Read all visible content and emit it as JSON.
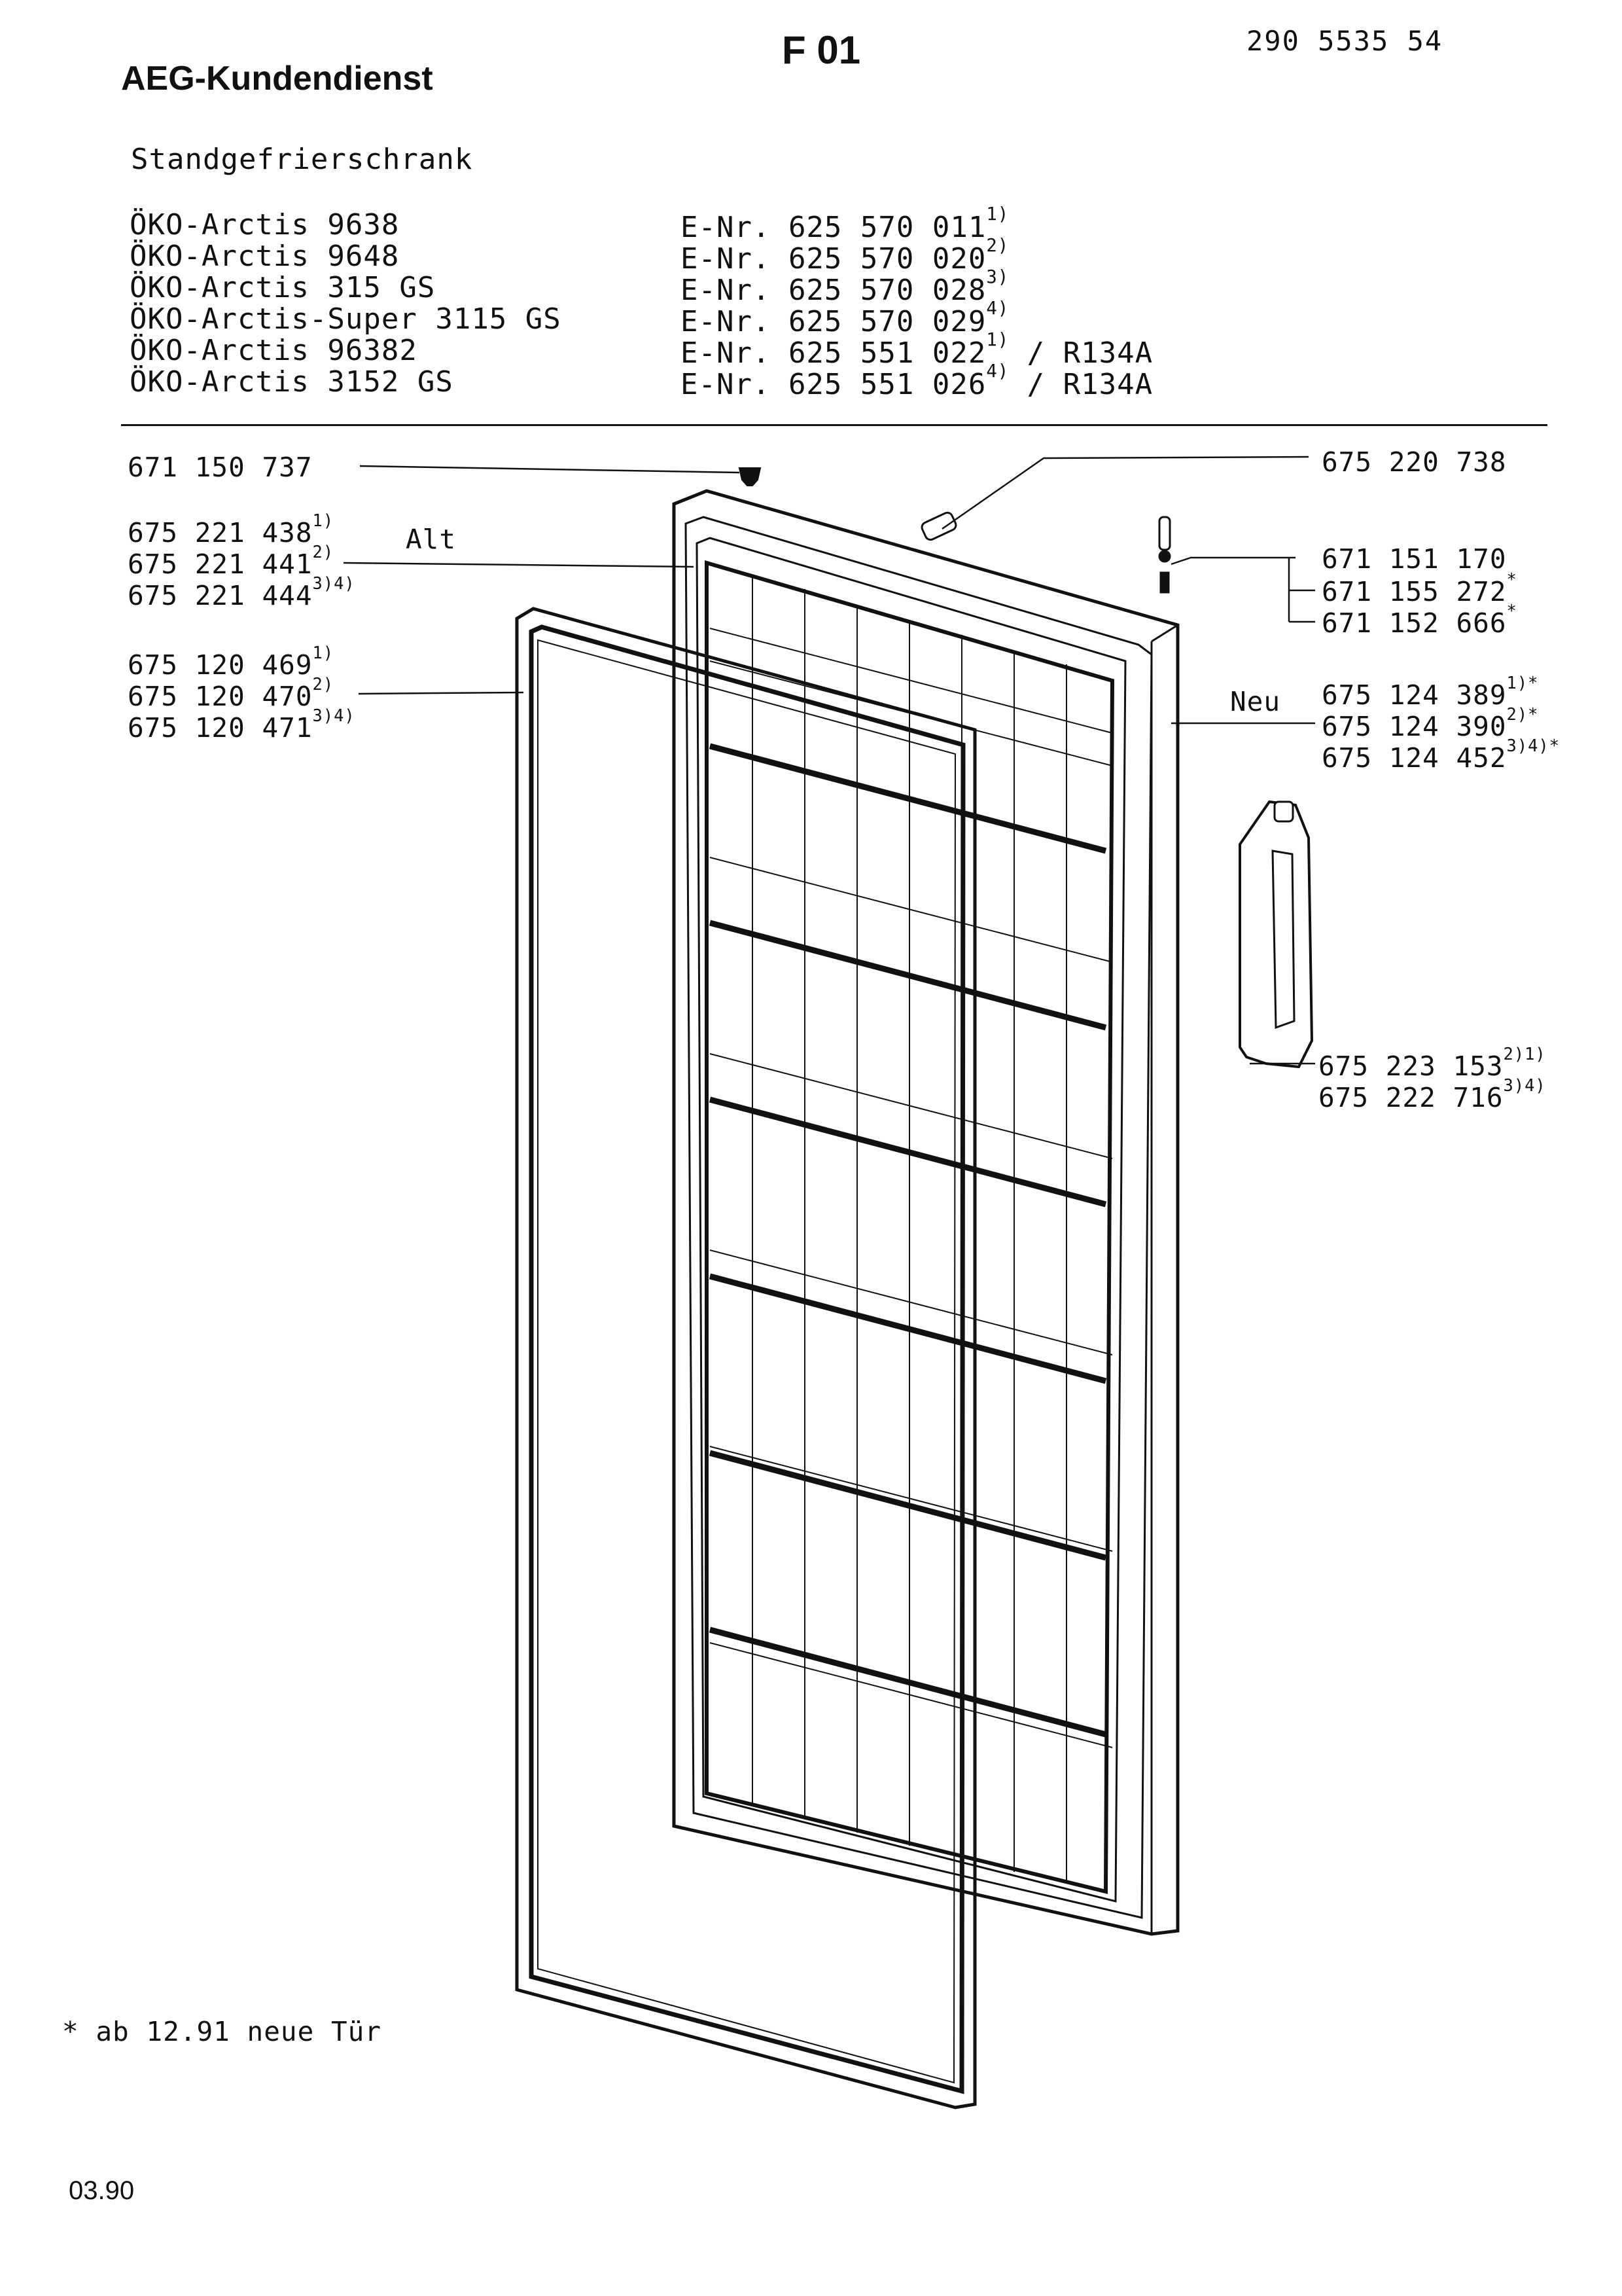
{
  "header": {
    "brand": "AEG-Kundendienst",
    "sheet": "F 01",
    "doc_number": "290 5535 54"
  },
  "product_type": "Standgefrierschrank",
  "models": [
    {
      "name": "ÖKO-Arctis 9638",
      "enr": "E-Nr. 625 570 011",
      "sup": "1)",
      "extra": ""
    },
    {
      "name": "ÖKO-Arctis 9648",
      "enr": "E-Nr. 625 570 020",
      "sup": "2)",
      "extra": ""
    },
    {
      "name": "ÖKO-Arctis 315 GS",
      "enr": "E-Nr. 625 570 028",
      "sup": "3)",
      "extra": ""
    },
    {
      "name": "ÖKO-Arctis-Super 3115 GS",
      "enr": "E-Nr. 625 570 029",
      "sup": "4)",
      "extra": ""
    },
    {
      "name": "ÖKO-Arctis 96382",
      "enr": "E-Nr. 625 551 022",
      "sup": "1)",
      "extra": " / R134A"
    },
    {
      "name": "ÖKO-Arctis 3152 GS",
      "enr": "E-Nr. 625 551 026",
      "sup": "4)",
      "extra": " / R134A"
    }
  ],
  "parts_left": {
    "p1": {
      "num": "671 150 737",
      "sup": ""
    },
    "p2": {
      "num": "675 221 438",
      "sup": "1)"
    },
    "p3": {
      "num": "675 221 441",
      "sup": "2)"
    },
    "p4": {
      "num": "675 221 444",
      "sup": "3)4)"
    },
    "p5": {
      "num": "675 120 469",
      "sup": "1)"
    },
    "p6": {
      "num": "675 120 470",
      "sup": "2)"
    },
    "p7": {
      "num": "675 120 471",
      "sup": "3)4)"
    },
    "alt": "Alt"
  },
  "parts_right": {
    "r1": {
      "num": "675 220 738",
      "sup": ""
    },
    "r2": {
      "num": "671 151 170",
      "sup": ""
    },
    "r3": {
      "num": "671 155 272",
      "sup": "*"
    },
    "r4": {
      "num": "671 152 666",
      "sup": "*"
    },
    "neu": "Neu",
    "r5": {
      "num": "675 124 389",
      "sup": "1)*"
    },
    "r6": {
      "num": "675 124 390",
      "sup": "2)*"
    },
    "r7": {
      "num": "675 124 452",
      "sup": "3)4)*"
    },
    "r8": {
      "num": "675 223 153",
      "sup": "2)1)"
    },
    "r9": {
      "num": "675 222 716",
      "sup": "3)4)"
    }
  },
  "footnote": "* ab 12.91 neue Tür",
  "date": "03.90"
}
